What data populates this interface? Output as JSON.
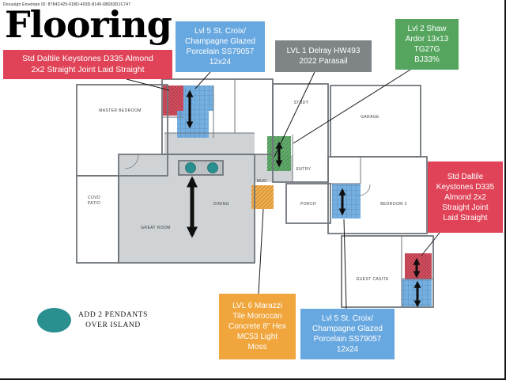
{
  "palette": {
    "red": "#e04357",
    "blue": "#68a8e0",
    "gray": "#7f8487",
    "green": "#55a55e",
    "yellow": "#f0a63c",
    "teal": "#2a8f8f",
    "wall": "#70767c",
    "floor": "#c7cbce"
  },
  "header": {
    "envelope_id": "Docusign Envelope ID: 8784C425-618D-493D-8145-6B093D1C747",
    "title": "Flooring"
  },
  "annotations": {
    "daltile_top": {
      "text": "Std Daltile Keystones D335 Almond\n2x2 Straight Joint Laid Straight"
    },
    "stcroix_top": {
      "text": "Lvl 5 St. Croix/\nChampagne Glazed\nPorcelain SS79057\n12x24"
    },
    "delray": {
      "text": "LVL 1 Delray HW493\n2022 Parasail"
    },
    "shaw": {
      "text": "Lvl 2 Shaw\nArdor 13x13\nTG27G\nBJ33%"
    },
    "daltile_right": {
      "text": "Std Daltile\nKeystones D335\nAlmond 2x2\nStraight Joint\nLaid Straight"
    },
    "marazzi": {
      "text": "LVL 6 Marazzi\nTile Moroccan\nConcrete 8\" Hex\nMC53 Light\nMoss"
    },
    "stcroix_bottom": {
      "text": "Lvl 5 St. Croix/\nChampagne Glazed\nPorcelain SS79057\n12x24"
    },
    "pendants": {
      "text": "ADD 2 PENDANTS\nOVER ISLAND"
    }
  },
  "rooms": {
    "master_bedroom": "MASTER BEDROOM",
    "covd": "COVD",
    "patio": "PATIO",
    "great_room": "GREAT ROOM",
    "dining": "DINING",
    "study": "STUDY",
    "entry": "ENTRY",
    "porch": "PORCH",
    "garage": "GARAGE",
    "bedroom2": "BEDROOM 2",
    "guest_casita": "GUEST CASITA",
    "mud": "MUD"
  }
}
